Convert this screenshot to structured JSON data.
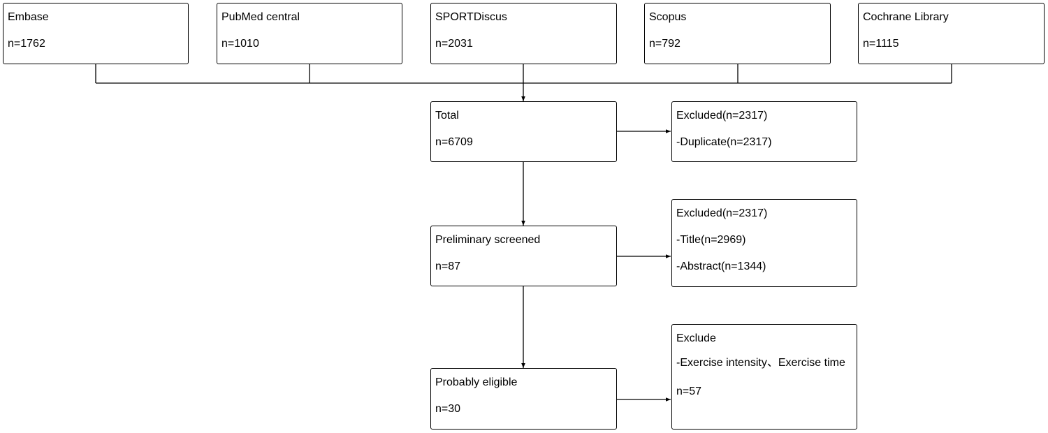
{
  "sources": [
    {
      "title": "Embase",
      "count": "n=1762"
    },
    {
      "title": "PubMed central",
      "count": "n=1010"
    },
    {
      "title": "SPORTDiscus",
      "count": "n=2031"
    },
    {
      "title": "Scopus",
      "count": "n=792"
    },
    {
      "title": "Cochrane Library",
      "count": "n=1115"
    }
  ],
  "total": {
    "title": "Total",
    "count": "n=6709"
  },
  "excluded_duplicates": {
    "title": "Excluded(n=2317)",
    "reason": "-Duplicate(n=2317)"
  },
  "preliminary": {
    "title": "Preliminary screened",
    "count": "n=87"
  },
  "excluded_screening": {
    "title": "Excluded(n=2317)",
    "reason_title": "-Title(n=2969)",
    "reason_abstract": "-Abstract(n=1344)"
  },
  "eligible": {
    "title": "Probably eligible",
    "count": "n=30"
  },
  "excluded_final": {
    "title": "Exclude",
    "reason": "-Exercise intensity、Exercise time",
    "count": "n=57"
  }
}
